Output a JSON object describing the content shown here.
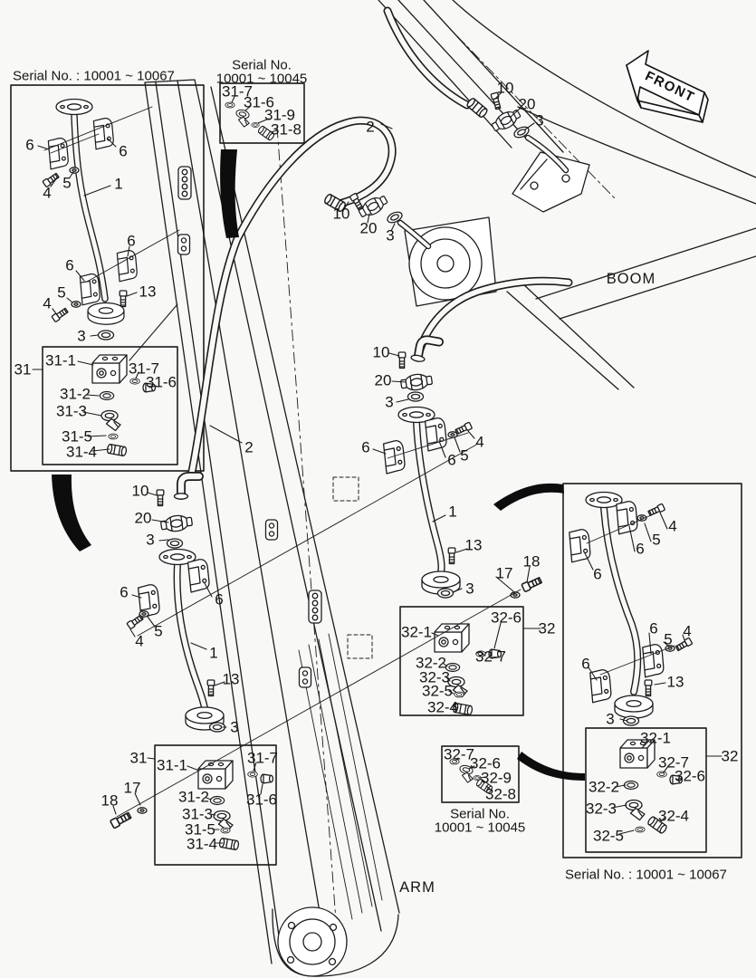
{
  "direction_indicator": {
    "label": "FRONT"
  },
  "assembly_labels": {
    "boom": "BOOM",
    "arm": "ARM"
  },
  "serial_notes": {
    "top_left": "Serial No. : 10001 ~ 10067",
    "top_middle_line1": "Serial No.",
    "top_middle_line2": "10001 ~ 10045",
    "bottom_middle_line1": "Serial No.",
    "bottom_middle_line2": "10001 ~ 10045",
    "bottom_right": "Serial No. : 10001 ~ 10067"
  },
  "part_numbers": {
    "p1": "1",
    "p2": "2",
    "p3": "3",
    "p4": "4",
    "p5": "5",
    "p6": "6",
    "p10": "10",
    "p13": "13",
    "p17": "17",
    "p18": "18",
    "p20": "20",
    "p31": "31",
    "p32": "32",
    "p31_1": "31-1",
    "p31_2": "31-2",
    "p31_3": "31-3",
    "p31_4": "31-4",
    "p31_5": "31-5",
    "p31_6": "31-6",
    "p31_7": "31-7",
    "p31_8": "31-8",
    "p31_9": "31-9",
    "p32_1": "32-1",
    "p32_2": "32-2",
    "p32_3": "32-3",
    "p32_4": "32-4",
    "p32_5": "32-5",
    "p32_6": "32-6",
    "p32_7": "32-7",
    "p32_8": "32-8",
    "p32_9": "32-9"
  }
}
